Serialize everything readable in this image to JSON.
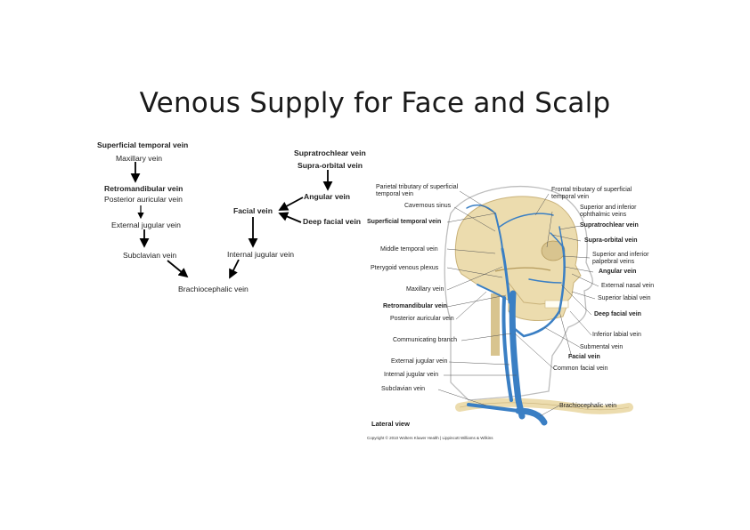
{
  "title": "Venous Supply for Face and Scalp",
  "flow": {
    "superficial_temporal": "Superficial temporal vein",
    "maxillary": "Maxillary vein",
    "retromandibular": "Retromandibular vein",
    "posterior_auricular": "Posterior auricular vein",
    "external_jugular": "External jugular vein",
    "subclavian": "Subclavian vein",
    "brachiocephalic": "Brachiocephalic vein",
    "supratrochlear": "Supratrochlear vein",
    "supraorbital": "Supra-orbital vein",
    "angular": "Angular vein",
    "facial": "Facial vein",
    "deep_facial": "Deep facial vein",
    "internal_jugular": "Internal jugular vein"
  },
  "figure": {
    "left_labels": [
      "Parietal tributary of superficial temporal vein",
      "Cavernous sinus",
      "Superficial temporal vein",
      "Middle temporal vein",
      "Pterygoid venous plexus",
      "Maxillary vein",
      "Retromandibular vein",
      "Posterior auricular vein",
      "Communicating branch",
      "External jugular vein",
      "Internal jugular vein",
      "Subclavian vein"
    ],
    "right_labels": [
      "Frontal tributary of superficial temporal vein",
      "Superior and inferior ophthalmic veins",
      "Supratrochlear vein",
      "Supra-orbital vein",
      "Superior and inferior palpebral veins",
      "Angular vein",
      "External nasal vein",
      "Superior labial vein",
      "Deep facial vein",
      "Inferior labial vein",
      "Submental vein",
      "Facial vein",
      "Common facial vein",
      "Brachiocephalic vein"
    ],
    "view_caption": "Lateral view",
    "copyright": "Copyright © 2010 Wolters Kluwer Health | Lippincott Williams & Wilkins",
    "colors": {
      "bone": "#ecdcae",
      "vein": "#3a7fc4",
      "skin_outline": "#bbbbbb"
    }
  }
}
